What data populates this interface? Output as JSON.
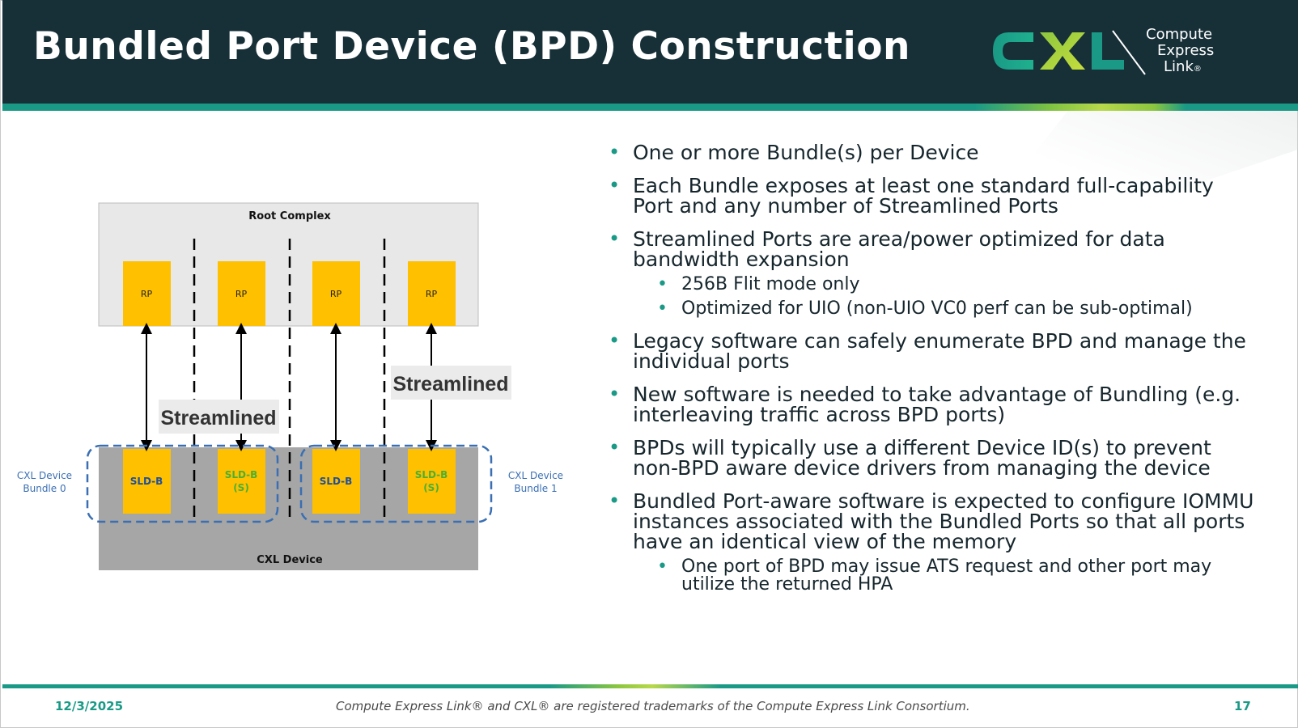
{
  "slide": {
    "title": "Bundled Port Device (BPD) Construction",
    "logo": {
      "mark": "CXL",
      "line1": "Compute",
      "line2": "Express",
      "line3": "Link",
      "registered": "®"
    }
  },
  "diagram": {
    "root_complex_label": "Root Complex",
    "rp_label": "RP",
    "sld_label": "SLD-B",
    "sld_s_line1": "SLD-B",
    "sld_s_line2": "(S)",
    "streamlined_label": "Streamlined",
    "device_label": "CXL Device",
    "bundle0_line1": "CXL Device",
    "bundle0_line2": "Bundle 0",
    "bundle1_line1": "CXL Device",
    "bundle1_line2": "Bundle 1",
    "colors": {
      "port_fill": "#ffc000",
      "sld_text": "#1f4e9a",
      "sld_s_text": "#4caf32",
      "bundle_text": "#3a6fb3",
      "root_fill": "#e8e8e8",
      "device_fill": "#a6a6a6"
    }
  },
  "bullets": [
    {
      "text": "One or more Bundle(s) per Device",
      "sub": []
    },
    {
      "text": "Each Bundle exposes at least one standard full-capability Port and any number of Streamlined Ports",
      "sub": []
    },
    {
      "text": "Streamlined Ports are area/power optimized for data bandwidth expansion",
      "sub": [
        "256B Flit mode only",
        "Optimized for UIO (non-UIO VC0 perf can be sub-optimal)"
      ]
    },
    {
      "text": "Legacy software can safely enumerate BPD and manage the individual ports",
      "sub": []
    },
    {
      "text": "New software is needed to take advantage of Bundling (e.g. interleaving traffic across BPD ports)",
      "sub": []
    },
    {
      "text": "BPDs will typically use a different Device ID(s) to prevent non-BPD aware device drivers from managing the device",
      "sub": []
    },
    {
      "text": "Bundled Port-aware software is expected to configure IOMMU instances associated with the Bundled Ports so that all ports have an identical view of the memory",
      "sub": [
        "One port of BPD may issue ATS request and other port may utilize the returned HPA"
      ]
    }
  ],
  "footer": {
    "date": "12/3/2025",
    "trademark": "Compute Express Link® and CXL® are registered trademarks of the Compute Express Link Consortium.",
    "page": "17"
  }
}
